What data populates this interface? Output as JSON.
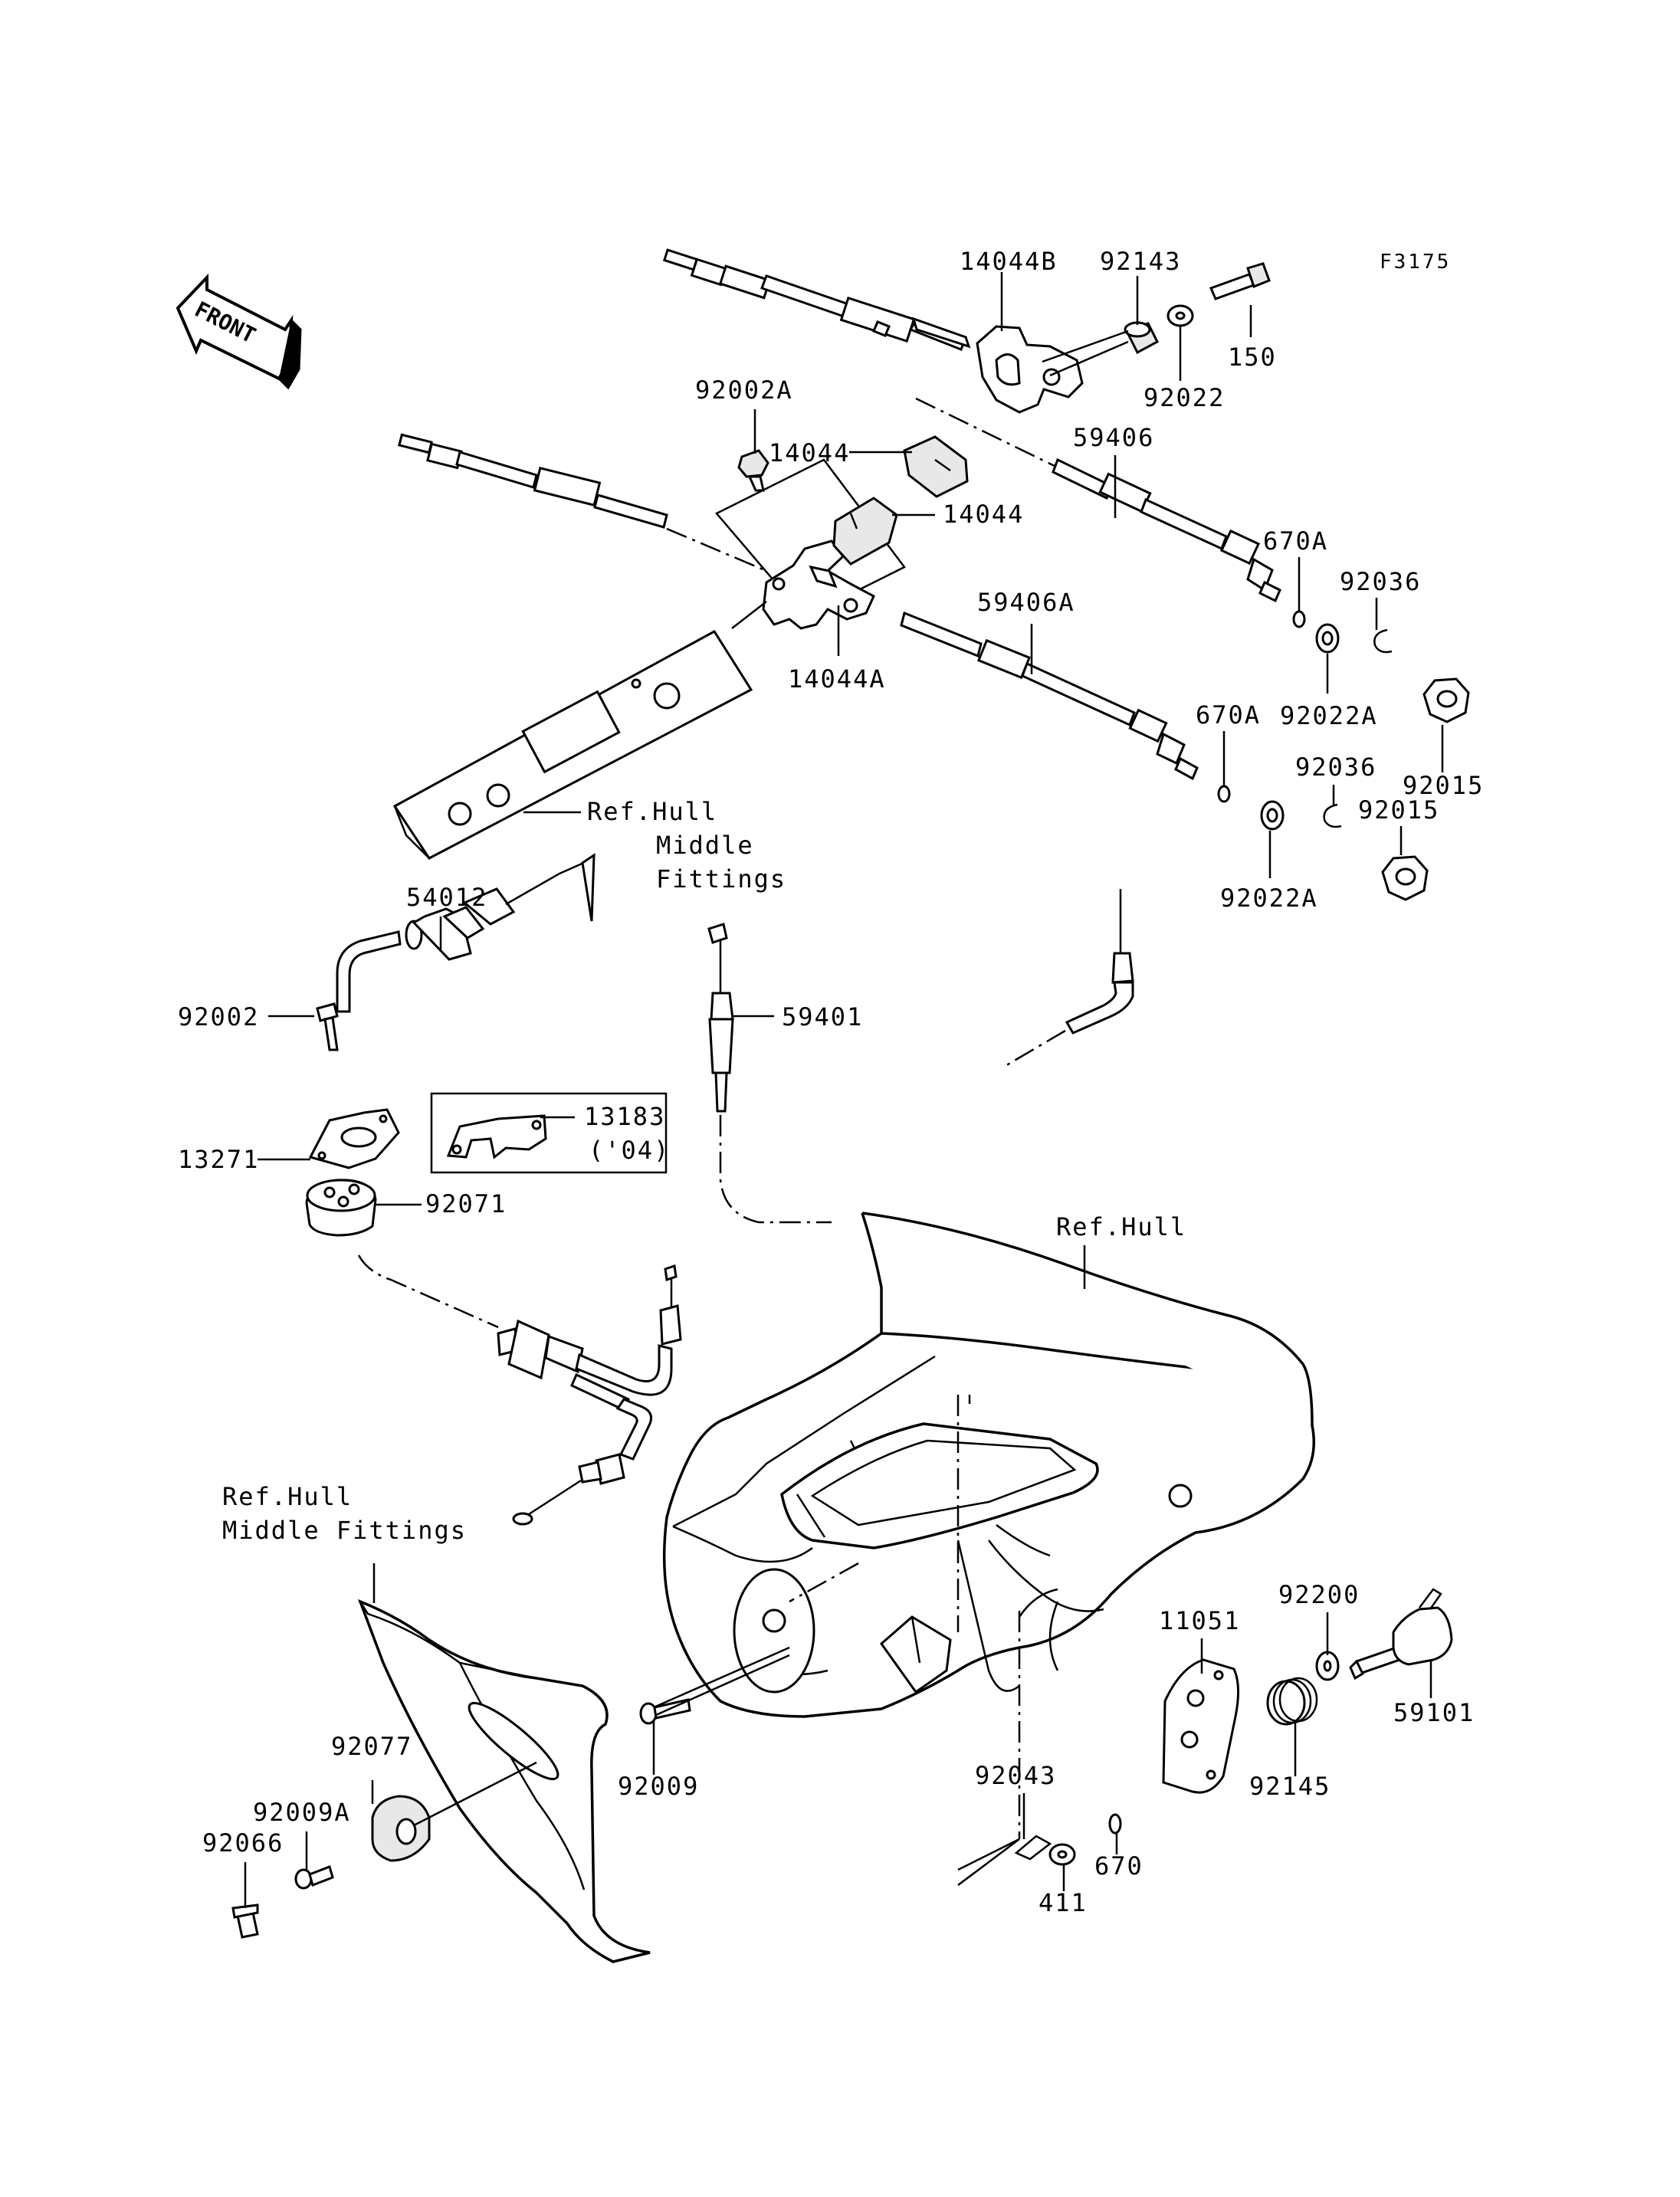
{
  "figure_code": "F3175",
  "front_label": "FRONT",
  "parts": {
    "p14044B": "14044B",
    "p92143": "92143",
    "p150": "150",
    "p92022": "92022",
    "p92002A": "92002A",
    "p14044_a": "14044",
    "p14044_b": "14044",
    "p59406": "59406",
    "p670A_a": "670A",
    "p92036_a": "92036",
    "p59406A": "59406A",
    "p14044A": "14044A",
    "p92022A_a": "92022A",
    "p670A_b": "670A",
    "p92036_b": "92036",
    "p92015_a": "92015",
    "p92015_b": "92015",
    "p92022A_b": "92022A",
    "p54012": "54012",
    "p92002": "92002",
    "p59401": "59401",
    "p13183": "13183",
    "p13183_note": "('04)",
    "p13271": "13271",
    "p92071": "92071",
    "p11051": "11051",
    "p92200": "92200",
    "p59101": "59101",
    "p92145": "92145",
    "p92043": "92043",
    "p411": "411",
    "p670": "670",
    "p92009": "92009",
    "p92077": "92077",
    "p92009A": "92009A",
    "p92066": "92066"
  },
  "references": {
    "ref_hull_middle_1": "Ref.Hull",
    "ref_hull_middle_2": "Middle",
    "ref_hull_middle_3": "Fittings",
    "ref_hull": "Ref.Hull",
    "ref_hull_mf_1": "Ref.Hull",
    "ref_hull_mf_2": "Middle Fittings"
  }
}
